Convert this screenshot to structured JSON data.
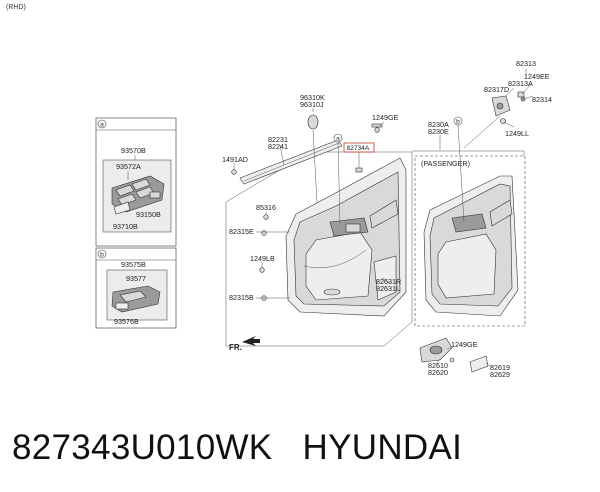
{
  "header": {
    "variant": "(RHD)"
  },
  "footer": {
    "part_number": "827343U010WK",
    "brand": "HYUNDAI"
  },
  "panel_a": {
    "letter": "a",
    "labels": {
      "l1": "93570B",
      "l2": "93572A",
      "l3": "93150B",
      "l4": "93710B"
    }
  },
  "panel_b": {
    "letter": "b",
    "labels": {
      "l1": "93575B",
      "l2": "93577",
      "l3": "93576B"
    }
  },
  "main": {
    "highlight": "82734A",
    "passenger": "(PASSENGER)",
    "callout_a": "a",
    "callout_b": "b",
    "front": "FR.",
    "labels": {
      "p96310K": "96310K",
      "p96310J": "96310J",
      "p1249GE_top": "1249GE",
      "p82231": "82231",
      "p82241": "82241",
      "p1491AD": "1491AD",
      "p85316": "85316",
      "p82315E": "82315E",
      "p1249LB": "1249LB",
      "p82315B": "82315B",
      "p82631R": "82631R",
      "p82631L": "82631L",
      "p8230A": "8230A",
      "p8230E": "8230E",
      "p82313": "82313",
      "p1249EE": "1249EE",
      "p82313A": "82313A",
      "p82317D": "82317D",
      "p82314": "82314",
      "p1249LL": "1249LL",
      "p1249GE_bot": "1249GE",
      "p82610": "82610",
      "p82620": "82620",
      "p82619": "82619",
      "p82629": "82629"
    }
  }
}
